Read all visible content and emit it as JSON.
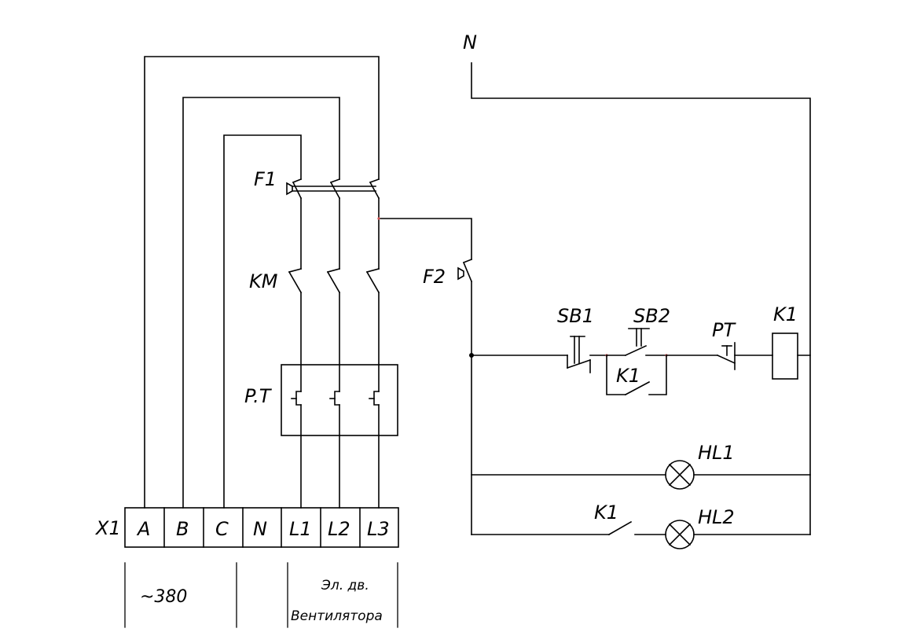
{
  "labels": {
    "N": "N",
    "F1": "F1",
    "F2": "F2",
    "KM": "KM",
    "PT_main": "P.T",
    "SB1": "SB1",
    "SB2": "SB2",
    "PT_ctrl": "PT",
    "K1_coil": "K1",
    "K1_contact": "K1",
    "K1_lamp": "K1",
    "HL1": "HL1",
    "HL2": "HL2",
    "X1": "X1"
  },
  "terminals": [
    "A",
    "B",
    "C",
    "N",
    "L1",
    "L2",
    "L3"
  ],
  "annotations": {
    "supply": "~380",
    "motor_line1": "Эл. дв.",
    "motor_line2": "Вентилятора"
  }
}
